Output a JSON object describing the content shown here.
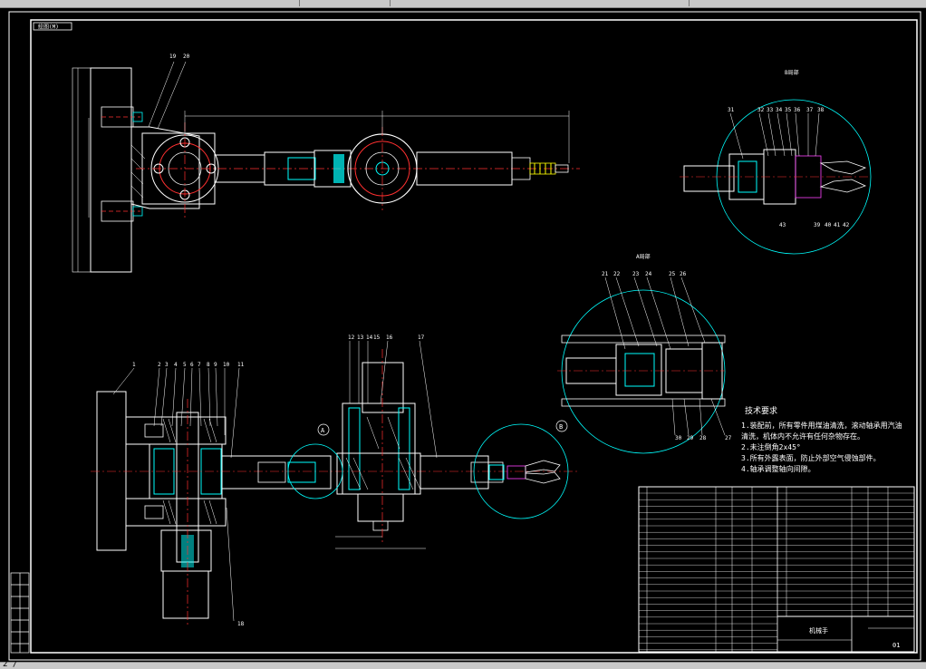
{
  "toolbar": {
    "status_text": "2 /"
  },
  "border_label": "绘图(M)",
  "part_numbers": {
    "top_view": [
      "19",
      "20"
    ],
    "front_view": [
      "1",
      "2",
      "3",
      "4",
      "5",
      "6",
      "7",
      "8",
      "9",
      "10",
      "11",
      "12",
      "13",
      "14",
      "15",
      "16",
      "17",
      "18"
    ],
    "detail_a": [
      "21",
      "22",
      "23",
      "24",
      "25",
      "26",
      "27",
      "28",
      "29",
      "30"
    ],
    "detail_b": [
      "31",
      "32",
      "33",
      "34",
      "35",
      "36",
      "37",
      "38",
      "39",
      "40",
      "41",
      "42",
      "43"
    ]
  },
  "callouts": {
    "detail_a": "A",
    "detail_b": "B"
  },
  "detail_headers": {
    "a": "A局部",
    "b": "B局部"
  },
  "technical_requirements": {
    "title": "技术要求",
    "items": [
      "1.装配前，所有零件用煤油清洗，滚动轴承用汽油",
      "清洗，机体内不允许有任何杂物存在。",
      "2.未注倒角2x45°",
      "3.所有外露表面，防止外部空气侵蚀部件。",
      "4.轴承调整轴向间隙。"
    ]
  },
  "title_block": {
    "drawing_name": "机械手",
    "sheet": "01"
  },
  "colors": {
    "background": "#000000",
    "lines": "#ffffff",
    "cyan": "#00ffff",
    "red": "#ff3030",
    "yellow": "#ffff00",
    "magenta": "#ff40ff"
  }
}
